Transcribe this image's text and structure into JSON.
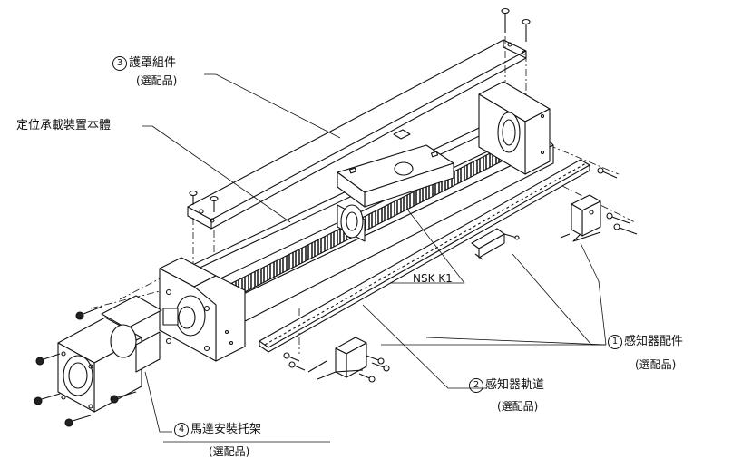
{
  "labels": {
    "cover": {
      "number": "3",
      "name": "護罩組件",
      "note": "(選配品)"
    },
    "body": {
      "name": "定位承載裝置本體"
    },
    "nsk": {
      "name": "NSK K1"
    },
    "sensor_parts": {
      "number": "1",
      "name": "感知器配件",
      "note": "(選配品)"
    },
    "sensor_rail": {
      "number": "2",
      "name": "感知器軌道",
      "note": "(選配品)"
    },
    "motor_bracket": {
      "number": "4",
      "name": "馬達安裝托架",
      "note": "(選配品)"
    }
  }
}
